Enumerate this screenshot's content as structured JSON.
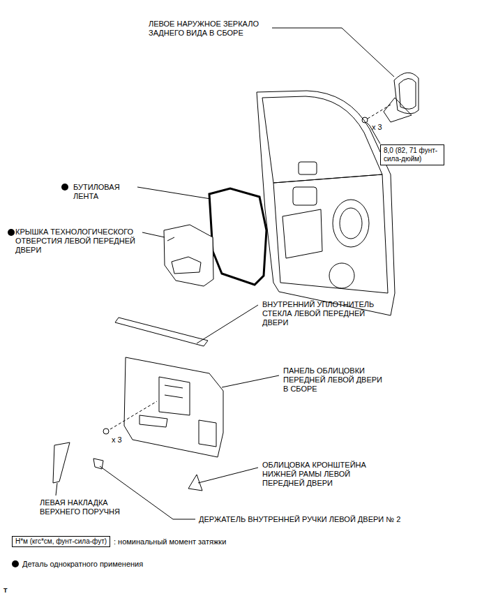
{
  "diagram": {
    "nodes": [
      {
        "text": [
          "8,0 (82, 71 фунт-сила-дюйм)"
        ]
      },
      {
        "text": [
          "Н*м (кгс*см, фунт-сила-фут)"
        ]
      }
    ],
    "labels": [
      "ЛЕВОЕ НАРУЖНОЕ ЗЕРКАЛО ЗАДНЕГО ВИДА В СБОРЕ",
      "x 3",
      "БУТИЛОВАЯ ЛЕНТА",
      "КРЫШКА ТЕХНОЛОГИЧЕСКОГО ОТВЕРСТИЯ ЛЕВОЙ ПЕРЕДНЕЙ ДВЕРИ",
      "ВНУТРЕННИЙ УПЛОТНИТЕЛЬ СТЕКЛА ЛЕВОЙ ПЕРЕДНЕЙ ДВЕРИ",
      "ПАНЕЛЬ ОБЛИЦОВКИ ПЕРЕДНЕЙ ЛЕВОЙ ДВЕРИ В СБОРЕ",
      "x 3",
      "ОБЛИЦОВКА КРОНШТЕЙНА НИЖНЕЙ РАМЫ ЛЕВОЙ ПЕРЕДНЕЙ ДВЕРИ",
      "ЛЕВАЯ НАКЛАДКА ВЕРХНЕГО ПОРУЧНЯ",
      "ДЕРЖАТЕЛЬ ВНУТРЕННЕЙ РУЧКИ ЛЕВОЙ ДВЕРИ № 2",
      "T"
    ],
    "legend": [
      {
        "text": ": номинальный момент затяжки"
      },
      {
        "text": "Деталь однократного применения"
      }
    ]
  }
}
